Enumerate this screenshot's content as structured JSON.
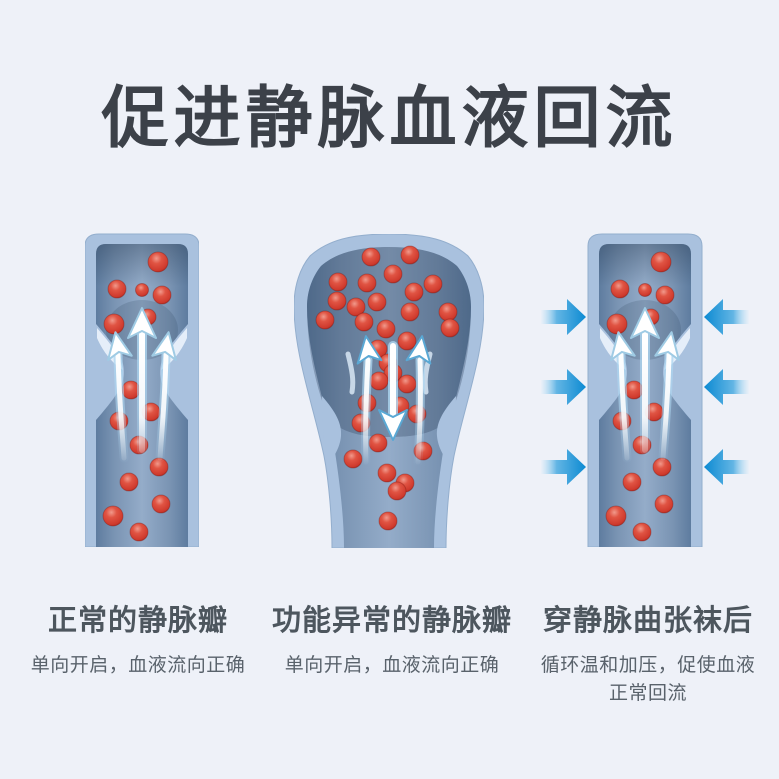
{
  "title": {
    "text": "促进静脉血液回流"
  },
  "panels": [
    {
      "id": "normal-valve",
      "heading": "正常的静脉瓣",
      "subheading": "单向开启，血液流向正确"
    },
    {
      "id": "abnormal-valve",
      "heading": "功能异常的静脉瓣",
      "subheading": "单向开启，血液流向正确"
    },
    {
      "id": "after-socks",
      "heading": "穿静脉曲张袜后",
      "subheading": "循环温和加压，促使血液\n正常回流"
    }
  ],
  "colors": {
    "background": "#eef1f8",
    "title_text": "#3c4149",
    "heading_text": "#4d565e",
    "subheading_text": "#59626b",
    "vein_wall": "#a9c1de",
    "vein_interior_edge": "#5e7c9f",
    "vein_interior_center": "#94acc9",
    "valve_leaflet": "#e5eef9",
    "blood_cell": "#d84437",
    "flow_arrow": "#ffffff",
    "flow_arrow_outline": "#9fcbe4",
    "compression_arrow": "#0d8bd3"
  },
  "cells": {
    "normal": [
      [
        73,
        30,
        10
      ],
      [
        32,
        57,
        9
      ],
      [
        57,
        58,
        6.5
      ],
      [
        77,
        63,
        9
      ],
      [
        29,
        92,
        10
      ],
      [
        63,
        85,
        8
      ],
      [
        46,
        158,
        9
      ],
      [
        66,
        180,
        9
      ],
      [
        34,
        189,
        9
      ],
      [
        54,
        213,
        9
      ],
      [
        74,
        235,
        9
      ],
      [
        44,
        250,
        9
      ],
      [
        76,
        272,
        9
      ],
      [
        28,
        284,
        10
      ],
      [
        54,
        300,
        9
      ]
    ],
    "abnormal": [
      [
        77,
        23,
        9
      ],
      [
        116,
        21,
        9
      ],
      [
        99,
        40,
        9
      ],
      [
        44,
        48,
        9
      ],
      [
        73,
        49,
        9
      ],
      [
        120,
        58,
        9
      ],
      [
        139,
        50,
        9
      ],
      [
        43,
        67,
        9
      ],
      [
        62,
        73,
        9
      ],
      [
        83,
        68,
        9
      ],
      [
        31,
        86,
        9
      ],
      [
        70,
        88,
        9
      ],
      [
        92,
        95,
        9
      ],
      [
        116,
        78,
        9
      ],
      [
        154,
        78,
        9
      ],
      [
        113,
        107,
        9
      ],
      [
        156,
        94,
        9
      ],
      [
        84,
        115,
        9
      ],
      [
        94,
        129,
        9
      ],
      [
        99,
        139,
        9
      ],
      [
        85,
        147,
        9
      ],
      [
        113,
        150,
        9
      ],
      [
        73,
        169,
        9
      ],
      [
        106,
        172,
        9
      ],
      [
        123,
        180,
        9
      ],
      [
        67,
        189,
        9
      ],
      [
        84,
        209,
        9
      ],
      [
        129,
        217,
        9
      ],
      [
        59,
        225,
        9
      ],
      [
        93,
        239,
        9
      ],
      [
        111,
        249,
        9
      ],
      [
        103,
        257,
        9
      ],
      [
        94,
        287,
        9
      ]
    ]
  }
}
